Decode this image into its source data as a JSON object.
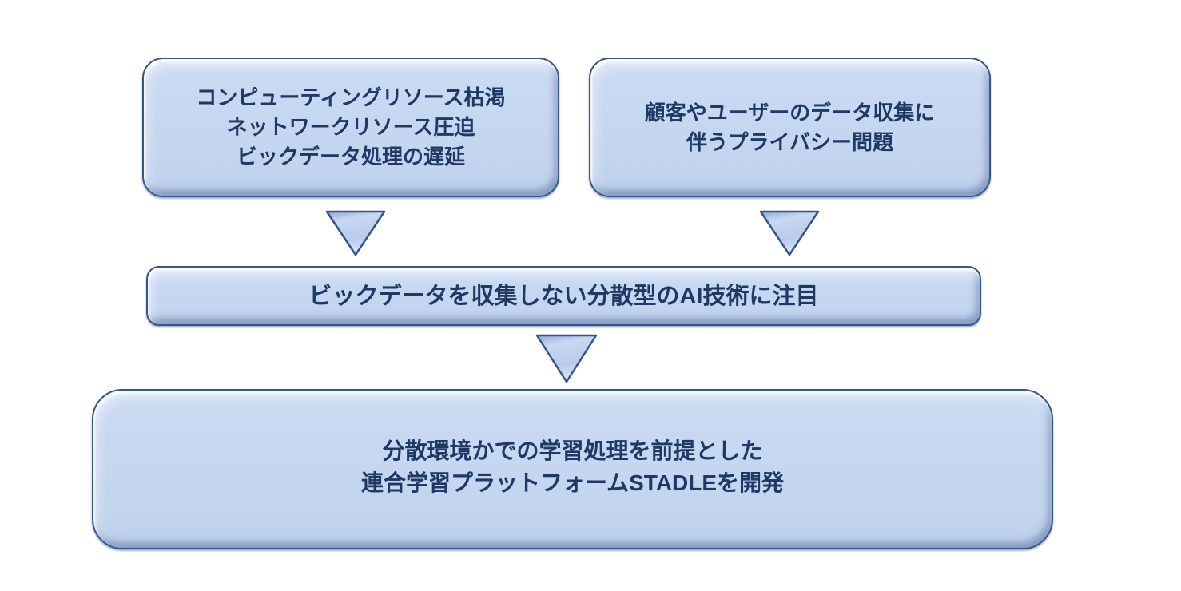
{
  "colors": {
    "background": "#ffffff",
    "box_fill": "#c5d6f0",
    "box_border": "#35568a",
    "text": "#1f3864",
    "arrow_fill_light": "#cfdcf4",
    "arrow_fill_dark": "#93abd5"
  },
  "boxes": [
    {
      "id": "problem-left",
      "lines": [
        "コンピューティングリソース枯渇",
        "ネットワークリソース圧迫",
        "ビックデータ処理の遅延"
      ]
    },
    {
      "id": "problem-right",
      "lines": [
        "顧客やユーザーのデータ収集に",
        "伴うプライバシー問題"
      ]
    },
    {
      "id": "focus",
      "lines": [
        "ビックデータを収集しない分散型のAI技術に注目"
      ]
    },
    {
      "id": "solution",
      "lines": [
        "分散環境かでの学習処理を前提とした",
        "連合学習プラットフォームSTADLEを開発"
      ]
    }
  ],
  "arrows": [
    {
      "id": "arrow-left",
      "direction": "down"
    },
    {
      "id": "arrow-right",
      "direction": "down"
    },
    {
      "id": "arrow-center",
      "direction": "down"
    }
  ]
}
